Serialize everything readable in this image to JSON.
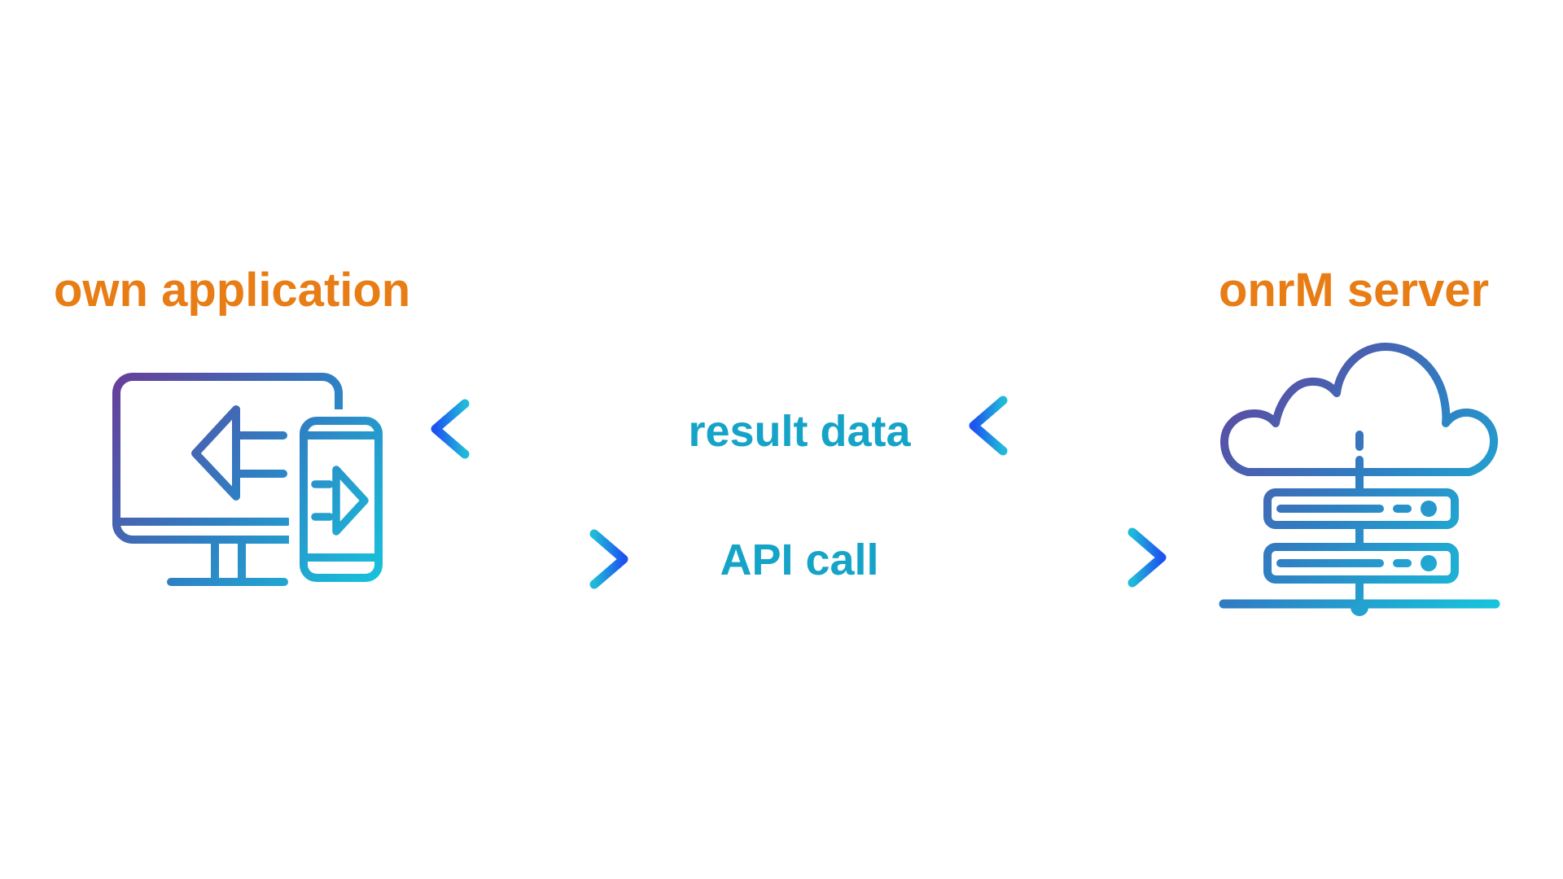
{
  "diagram": {
    "left_node": {
      "title": "own application",
      "icon": "monitor-phone-sync-icon"
    },
    "right_node": {
      "title": "onrM server",
      "icon": "cloud-server-icon"
    },
    "flows": [
      {
        "label": "result data",
        "direction": "right-to-left"
      },
      {
        "label": "API call",
        "direction": "left-to-right"
      }
    ]
  },
  "colors": {
    "background": "#ffffff",
    "title_orange": "#e87c15",
    "label_teal": "#15a4c7",
    "arrow_blue": "#1d53f0",
    "arrow_cyan": "#20bad9",
    "icon_purple": "#6b3a97",
    "icon_blue": "#2f7fc3",
    "icon_cyan": "#14cbde"
  }
}
